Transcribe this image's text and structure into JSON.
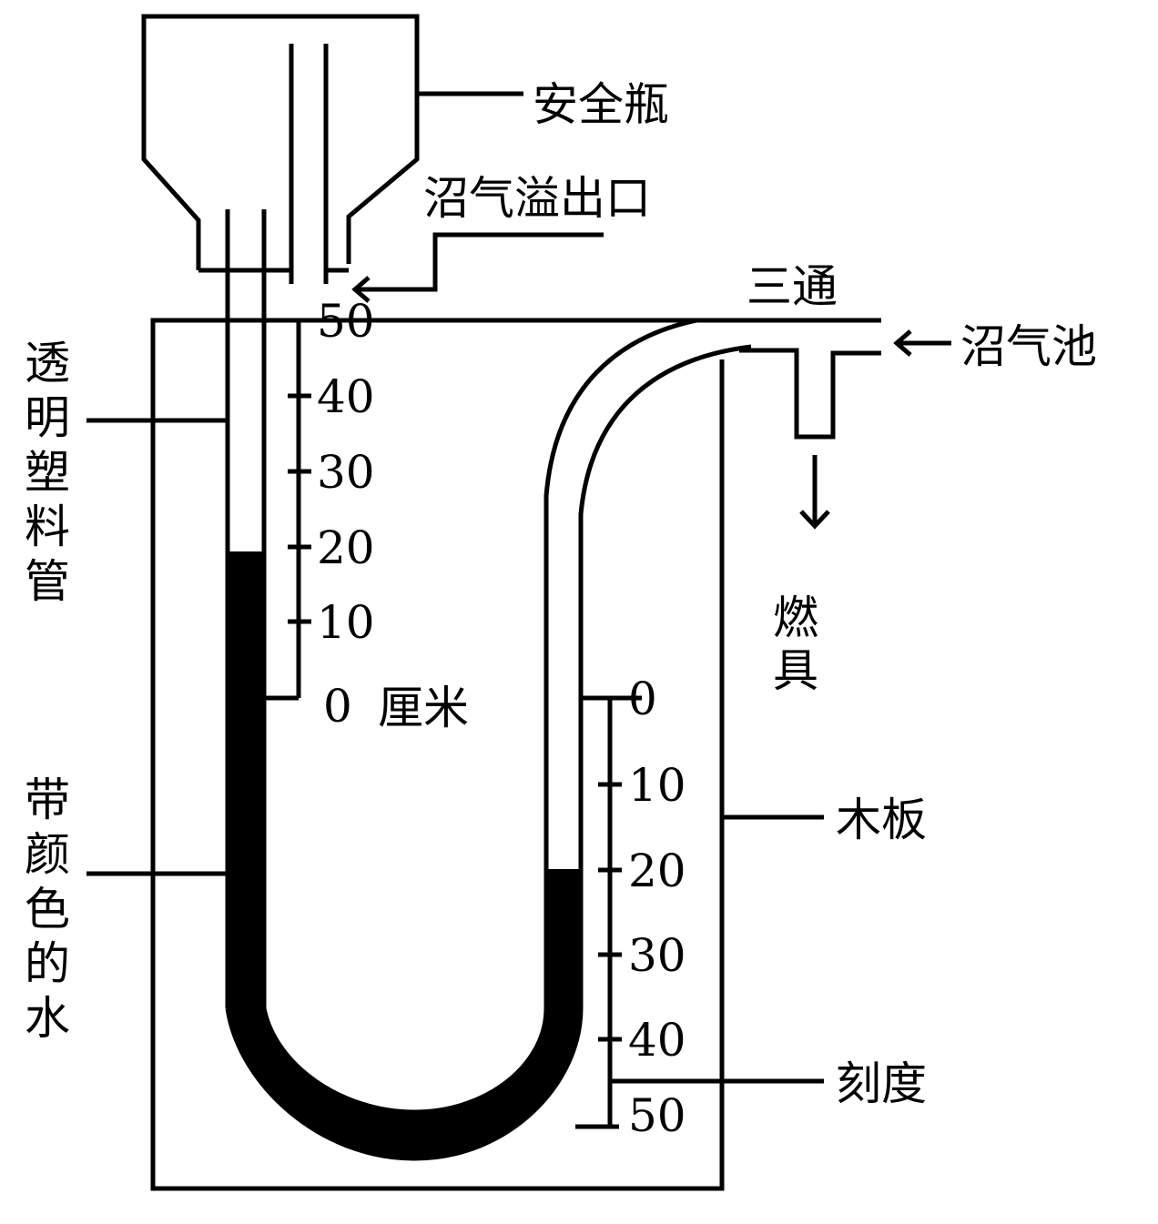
{
  "labels": {
    "safety_bottle": "安全瓶",
    "biogas_overflow_outlet": "沼气溢出口",
    "three_way": "三通",
    "biogas_digester": "沼气池",
    "burner": "燃具",
    "transparent_tube": "透明塑料管",
    "colored_water": "带颜色的水",
    "wood_board": "木板",
    "scale": "刻度",
    "unit_cm": "厘米"
  },
  "left_scale": {
    "ticks": [
      "50",
      "40",
      "30",
      "20",
      "10",
      "0"
    ],
    "zero_label": "0"
  },
  "right_scale": {
    "ticks": [
      "0",
      "10",
      "20",
      "30",
      "40",
      "50"
    ]
  },
  "colors": {
    "line": "#000000",
    "water": "#000000",
    "background": "#ffffff"
  }
}
